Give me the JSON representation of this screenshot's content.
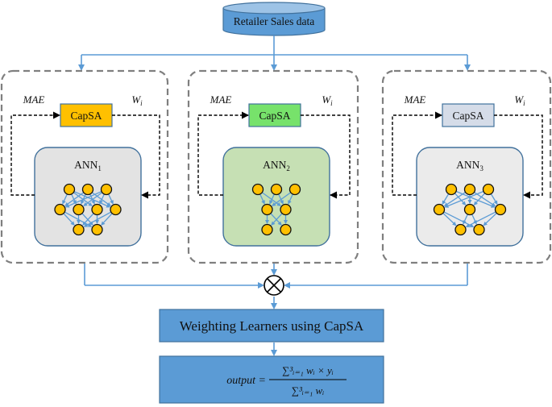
{
  "source": {
    "label": "Retailer Sales data"
  },
  "learners": [
    {
      "ann_name": "ANN",
      "ann_sub": "1",
      "optimizer_label": "CapSA",
      "optimizer_color": "#ffc000",
      "panel_color": "#e3e3e3",
      "feedback_left": "MAE",
      "feedback_right": "W",
      "feedback_right_sub": "i",
      "layers": [
        3,
        4,
        2
      ]
    },
    {
      "ann_name": "ANN",
      "ann_sub": "2",
      "optimizer_label": "CapSA",
      "optimizer_color": "#77e26b",
      "panel_color": "#c6e0b4",
      "feedback_left": "MAE",
      "feedback_right": "W",
      "feedback_right_sub": "i",
      "layers": [
        3,
        2,
        2
      ]
    },
    {
      "ann_name": "ANN",
      "ann_sub": "3",
      "optimizer_label": "CapSA",
      "optimizer_color": "#d5dce8",
      "panel_color": "#ebebeb",
      "feedback_left": "MAE",
      "feedback_right": "W",
      "feedback_right_sub": "i",
      "layers": [
        3,
        3,
        2
      ]
    }
  ],
  "combiner": {
    "symbol": "⊗"
  },
  "weighting": {
    "label": "Weighting Learners using CapSA"
  },
  "output": {
    "lhs": "output =",
    "numerator": "∑³ᵢ₌₁ wᵢ × yᵢ",
    "denominator": "∑³ᵢ₌₁ wᵢ"
  },
  "colors": {
    "arrow": "#5b9bd5",
    "box_fill": "#5b9bd5",
    "box_border": "#41719c",
    "dashed_border": "#7f7f7f",
    "node_fill": "#ffc000"
  }
}
